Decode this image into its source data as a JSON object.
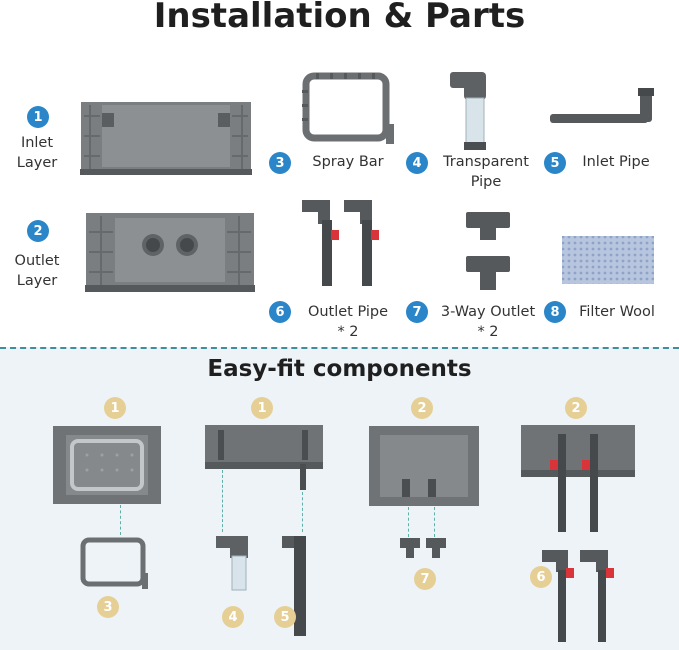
{
  "title": "Installation & Parts",
  "subtitle": "Easy-fit components",
  "parts": [
    {
      "num": "1",
      "label_lines": [
        "Inlet",
        "Layer"
      ],
      "icon": "inlet-layer-tray"
    },
    {
      "num": "2",
      "label_lines": [
        "Outlet",
        "Layer"
      ],
      "icon": "outlet-layer-tray"
    },
    {
      "num": "3",
      "label": "Spray Bar",
      "icon": "spray-bar-frame"
    },
    {
      "num": "4",
      "label_lines": [
        "Transparent",
        "Pipe"
      ],
      "icon": "transparent-pipe"
    },
    {
      "num": "5",
      "label": "Inlet Pipe",
      "icon": "inlet-pipe"
    },
    {
      "num": "6",
      "label_lines": [
        "Outlet Pipe",
        "* 2"
      ],
      "icon": "outlet-pipe-valve"
    },
    {
      "num": "7",
      "label_lines": [
        "3-Way Outlet",
        "* 2"
      ],
      "icon": "three-way-outlet"
    },
    {
      "num": "8",
      "label": "Filter Wool",
      "icon": "filter-wool"
    }
  ],
  "assembly_badges": [
    "1",
    "1",
    "2",
    "2",
    "3",
    "4",
    "5",
    "7",
    "6"
  ],
  "colors": {
    "blue_badge": "#2a86c8",
    "gold_badge": "#e6cf95",
    "part_gray": "#6b6f72",
    "accent_red": "#d8343a"
  }
}
